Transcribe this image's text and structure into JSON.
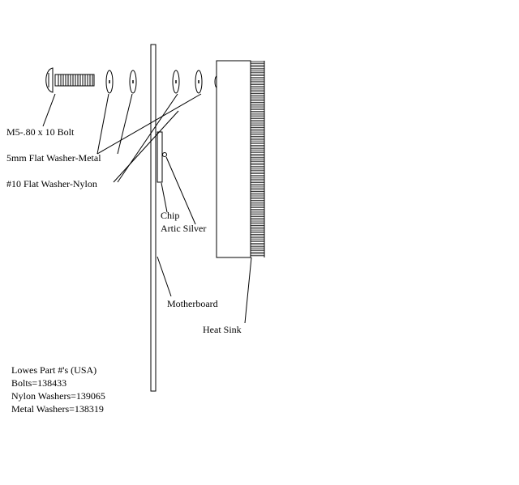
{
  "labels": {
    "bolt": "M5-.80 x 10 Bolt",
    "metal_washer": "5mm Flat Washer-Metal",
    "nylon_washer": "#10 Flat Washer-Nylon",
    "chip": "Chip",
    "silver": "Artic Silver",
    "motherboard": "Motherboard",
    "heatsink": "Heat Sink"
  },
  "parts": {
    "title": "Lowes Part #'s (USA)",
    "lines": [
      "Bolts=138433",
      "Nylon Washers=139065",
      "Metal Washers=138319"
    ]
  },
  "colors": {
    "line": "#000000",
    "background": "#ffffff"
  }
}
